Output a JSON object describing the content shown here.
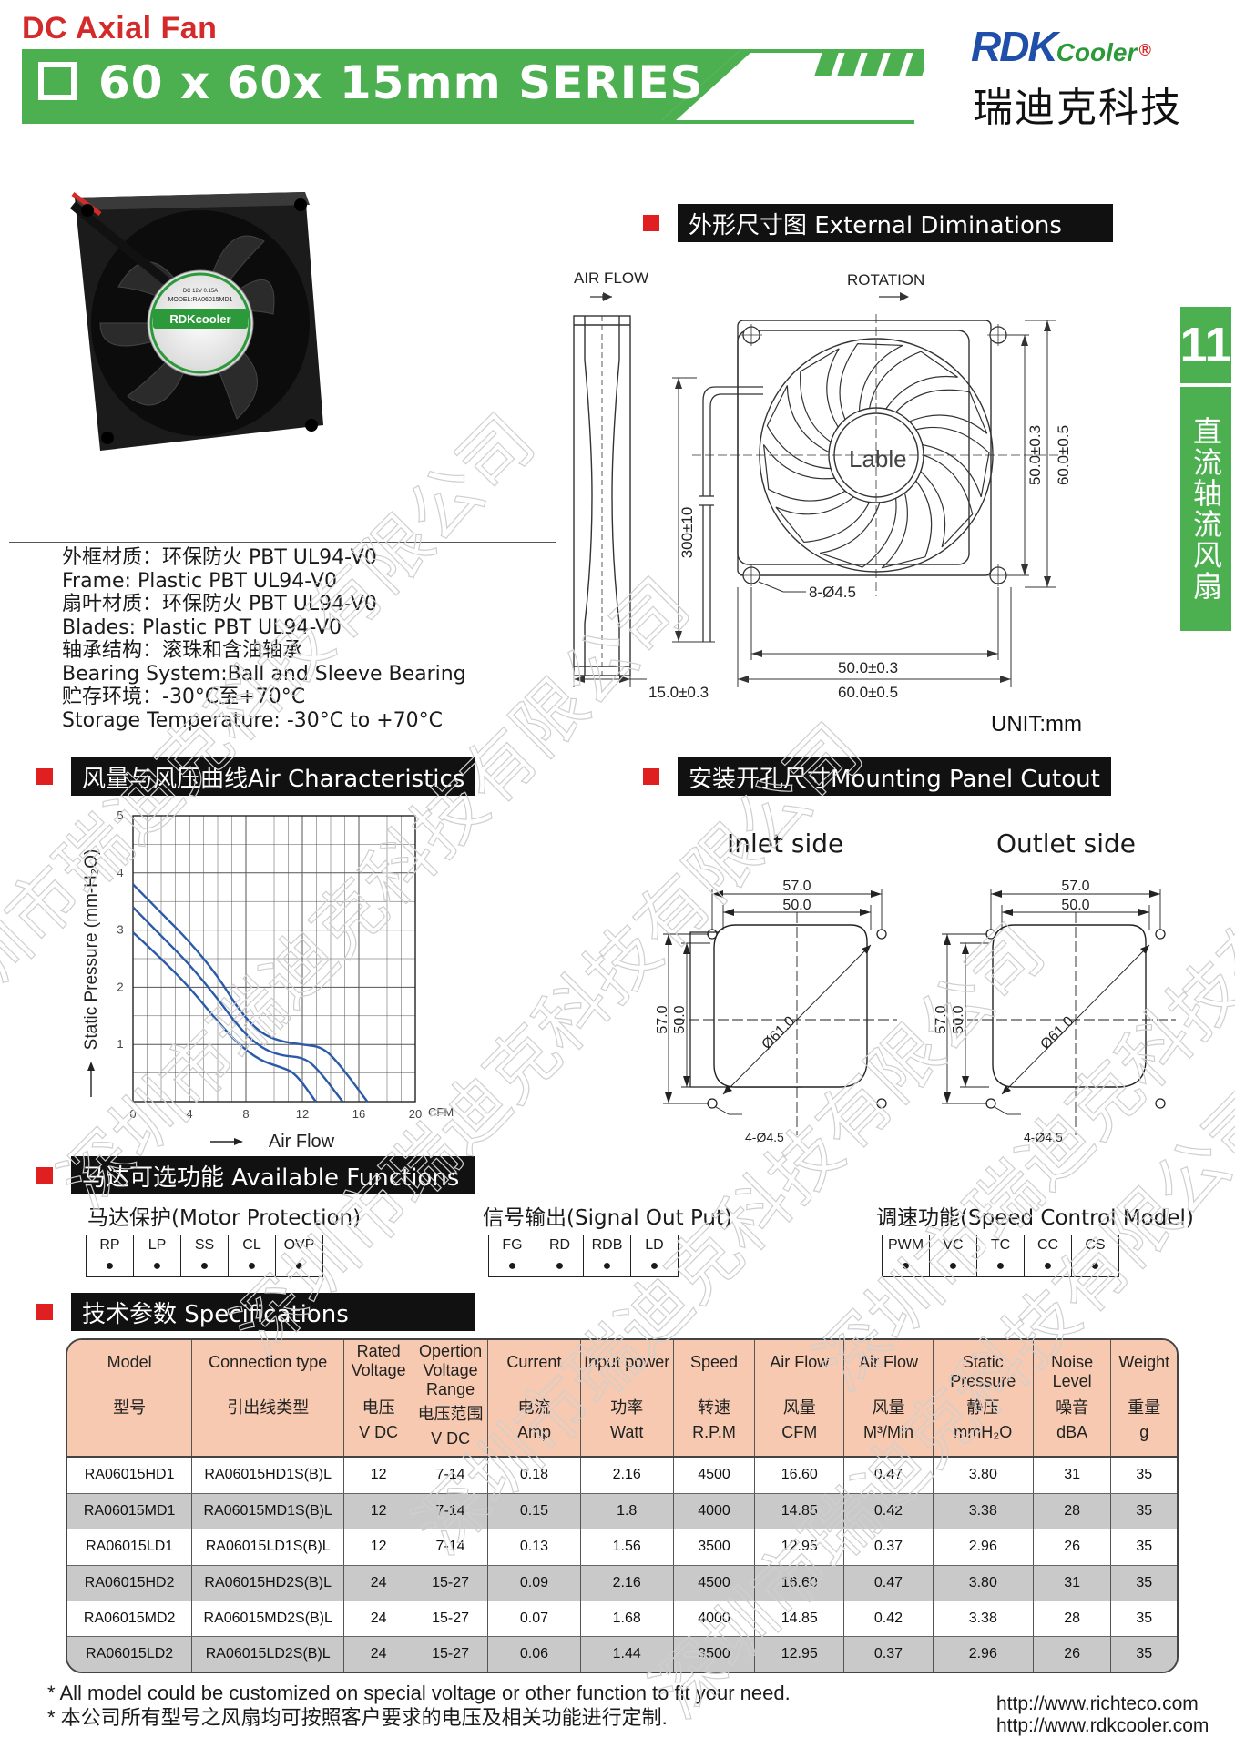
{
  "header": {
    "category": "DC Axial Fan",
    "series": "60 x 60x 15mm SERIES",
    "logo_brand": "RDK",
    "logo_sub": "Cooler",
    "logo_reg": "®",
    "logo_cn": "瑞迪克科技"
  },
  "side_tab": {
    "number": "11",
    "label": "直流轴流风扇"
  },
  "fan_label": {
    "brand": "RDKcooler",
    "model": "MODEL:RA06015MD1",
    "rating": "DC 12V 0.15A"
  },
  "materials": [
    "外框材质：环保防火  PBT UL94-V0",
    "Frame: Plastic PBT  UL94-V0",
    "扇叶材质：环保防火  PBT UL94-V0",
    "Blades: Plastic PBT  UL94-V0",
    "轴承结构：滚珠和含油轴承",
    "Bearing System:Ball and Sleeve Bearing",
    "贮存环境：-30°C至+70°C",
    "Storage Temperature: -30°C to  +70°C"
  ],
  "sections": {
    "external": "外形尺寸图 External Diminations",
    "air": "风量与风压曲线Air Characteristics",
    "cutout": "安装开孔尺寸Mounting Panel Cutout",
    "functions": "马达可选功能  Available Functions",
    "specs": "技术参数  Specifications"
  },
  "drawing": {
    "air_flow": "AIR FLOW",
    "rotation": "ROTATION",
    "label": "Lable",
    "lead": "300±10",
    "holes": "8-Ø4.5",
    "inner_h": "50.0±0.3",
    "outer_h": "60.0±0.5",
    "inner_v": "50.0±0.3",
    "outer_v": "60.0±0.5",
    "thickness": "15.0±0.3",
    "unit": "UNIT:mm"
  },
  "cutout": {
    "inlet": "Inlet side",
    "outlet": "Outlet side",
    "d57": "57.0",
    "d50": "50.0",
    "diameter": "Ø61.0",
    "holes": "4-Ø4.5"
  },
  "chart_data": {
    "type": "line",
    "title": "",
    "xlabel": "Air Flow",
    "ylabel": "Static Pressure  (mm-H₂O)",
    "x_unit": "CFM",
    "xlim": [
      0,
      20
    ],
    "ylim": [
      0,
      5
    ],
    "x_ticks": [
      "0",
      "4",
      "8",
      "12",
      "16",
      "20"
    ],
    "y_ticks": [
      "5",
      "4",
      "3",
      "2",
      "1"
    ],
    "grid": true,
    "series": [
      {
        "points": [
          [
            0,
            3.8
          ],
          [
            2,
            3.3
          ],
          [
            4,
            2.8
          ],
          [
            6,
            2.2
          ],
          [
            7.5,
            1.6
          ],
          [
            9,
            1.2
          ],
          [
            10.5,
            1.05
          ],
          [
            12,
            1.0
          ],
          [
            13.5,
            0.95
          ],
          [
            14.8,
            0.6
          ],
          [
            16.6,
            0
          ]
        ]
      },
      {
        "points": [
          [
            0,
            3.4
          ],
          [
            2,
            2.9
          ],
          [
            4,
            2.4
          ],
          [
            6,
            1.8
          ],
          [
            7.5,
            1.3
          ],
          [
            9,
            0.95
          ],
          [
            10.5,
            0.8
          ],
          [
            12,
            0.78
          ],
          [
            13,
            0.6
          ],
          [
            14.85,
            0
          ]
        ]
      },
      {
        "points": [
          [
            0,
            2.96
          ],
          [
            2,
            2.5
          ],
          [
            4,
            2.0
          ],
          [
            6,
            1.4
          ],
          [
            7.5,
            1.0
          ],
          [
            9,
            0.72
          ],
          [
            10.5,
            0.6
          ],
          [
            11.5,
            0.5
          ],
          [
            12.95,
            0
          ]
        ]
      }
    ]
  },
  "functions": {
    "motor": {
      "title": "马达保护(Motor Protection)",
      "items": [
        "RP",
        "LP",
        "SS",
        "CL",
        "OVP"
      ]
    },
    "signal": {
      "title": "信号输出(Signal Out Put)",
      "items": [
        "FG",
        "RD",
        "RDB",
        "LD"
      ]
    },
    "speed": {
      "title": "调速功能(Speed Control Model)",
      "items": [
        "PWM",
        "VC",
        "TC",
        "CC",
        "CS"
      ]
    },
    "dot": "●"
  },
  "specs": {
    "headers": [
      {
        "en": "Model",
        "cn": "型号",
        "unit": ""
      },
      {
        "en": "Connection type",
        "cn": "引出线类型",
        "unit": ""
      },
      {
        "en": "Rated Voltage",
        "cn": "电压",
        "unit": "V DC"
      },
      {
        "en": "Opertion Voltage Range",
        "cn": "电压范围",
        "unit": "V DC"
      },
      {
        "en": "Current",
        "cn": "电流",
        "unit": "Amp"
      },
      {
        "en": "Input power",
        "cn": "功率",
        "unit": "Watt"
      },
      {
        "en": "Speed",
        "cn": "转速",
        "unit": "R.P.M"
      },
      {
        "en": "Air Flow",
        "cn": "风量",
        "unit": "CFM"
      },
      {
        "en": "Air Flow",
        "cn": "风量",
        "unit": "M³/Min"
      },
      {
        "en": "Static Pressure",
        "cn": "静压",
        "unit": "mmH₂O"
      },
      {
        "en": "Noise Level",
        "cn": "噪音",
        "unit": "dBA"
      },
      {
        "en": "Weight",
        "cn": "重量",
        "unit": "g"
      }
    ],
    "rows": [
      [
        "RA06015HD1",
        "RA06015HD1S(B)L",
        "12",
        "7-14",
        "0.18",
        "2.16",
        "4500",
        "16.60",
        "0.47",
        "3.80",
        "31",
        "35"
      ],
      [
        "RA06015MD1",
        "RA06015MD1S(B)L",
        "12",
        "7-14",
        "0.15",
        "1.8",
        "4000",
        "14.85",
        "0.42",
        "3.38",
        "28",
        "35"
      ],
      [
        "RA06015LD1",
        "RA06015LD1S(B)L",
        "12",
        "7-14",
        "0.13",
        "1.56",
        "3500",
        "12.95",
        "0.37",
        "2.96",
        "26",
        "35"
      ],
      [
        "RA06015HD2",
        "RA06015HD2S(B)L",
        "24",
        "15-27",
        "0.09",
        "2.16",
        "4500",
        "16.60",
        "0.47",
        "3.80",
        "31",
        "35"
      ],
      [
        "RA06015MD2",
        "RA06015MD2S(B)L",
        "24",
        "15-27",
        "0.07",
        "1.68",
        "4000",
        "14.85",
        "0.42",
        "3.38",
        "28",
        "35"
      ],
      [
        "RA06015LD2",
        "RA06015LD2S(B)L",
        "24",
        "15-27",
        "0.06",
        "1.44",
        "3500",
        "12.95",
        "0.37",
        "2.96",
        "26",
        "35"
      ]
    ]
  },
  "footer": {
    "note_en": "* All model could be customized on special voltage or other function to fit your need.",
    "note_cn": "* 本公司所有型号之风扇均可按照客户要求的电压及相关功能进行定制.",
    "url1": "http://www.richteco.com",
    "url2": "http://www.rdkcooler.com"
  },
  "watermark": "深圳市瑞迪克科技有限公司",
  "colors": {
    "brand_green": "#4caf50",
    "brand_red": "#e02020",
    "brand_blue": "#1f4fa8",
    "curve": "#2a5aa8",
    "table_header": "#f6c9b0",
    "row_gray": "#c9c9c9"
  }
}
